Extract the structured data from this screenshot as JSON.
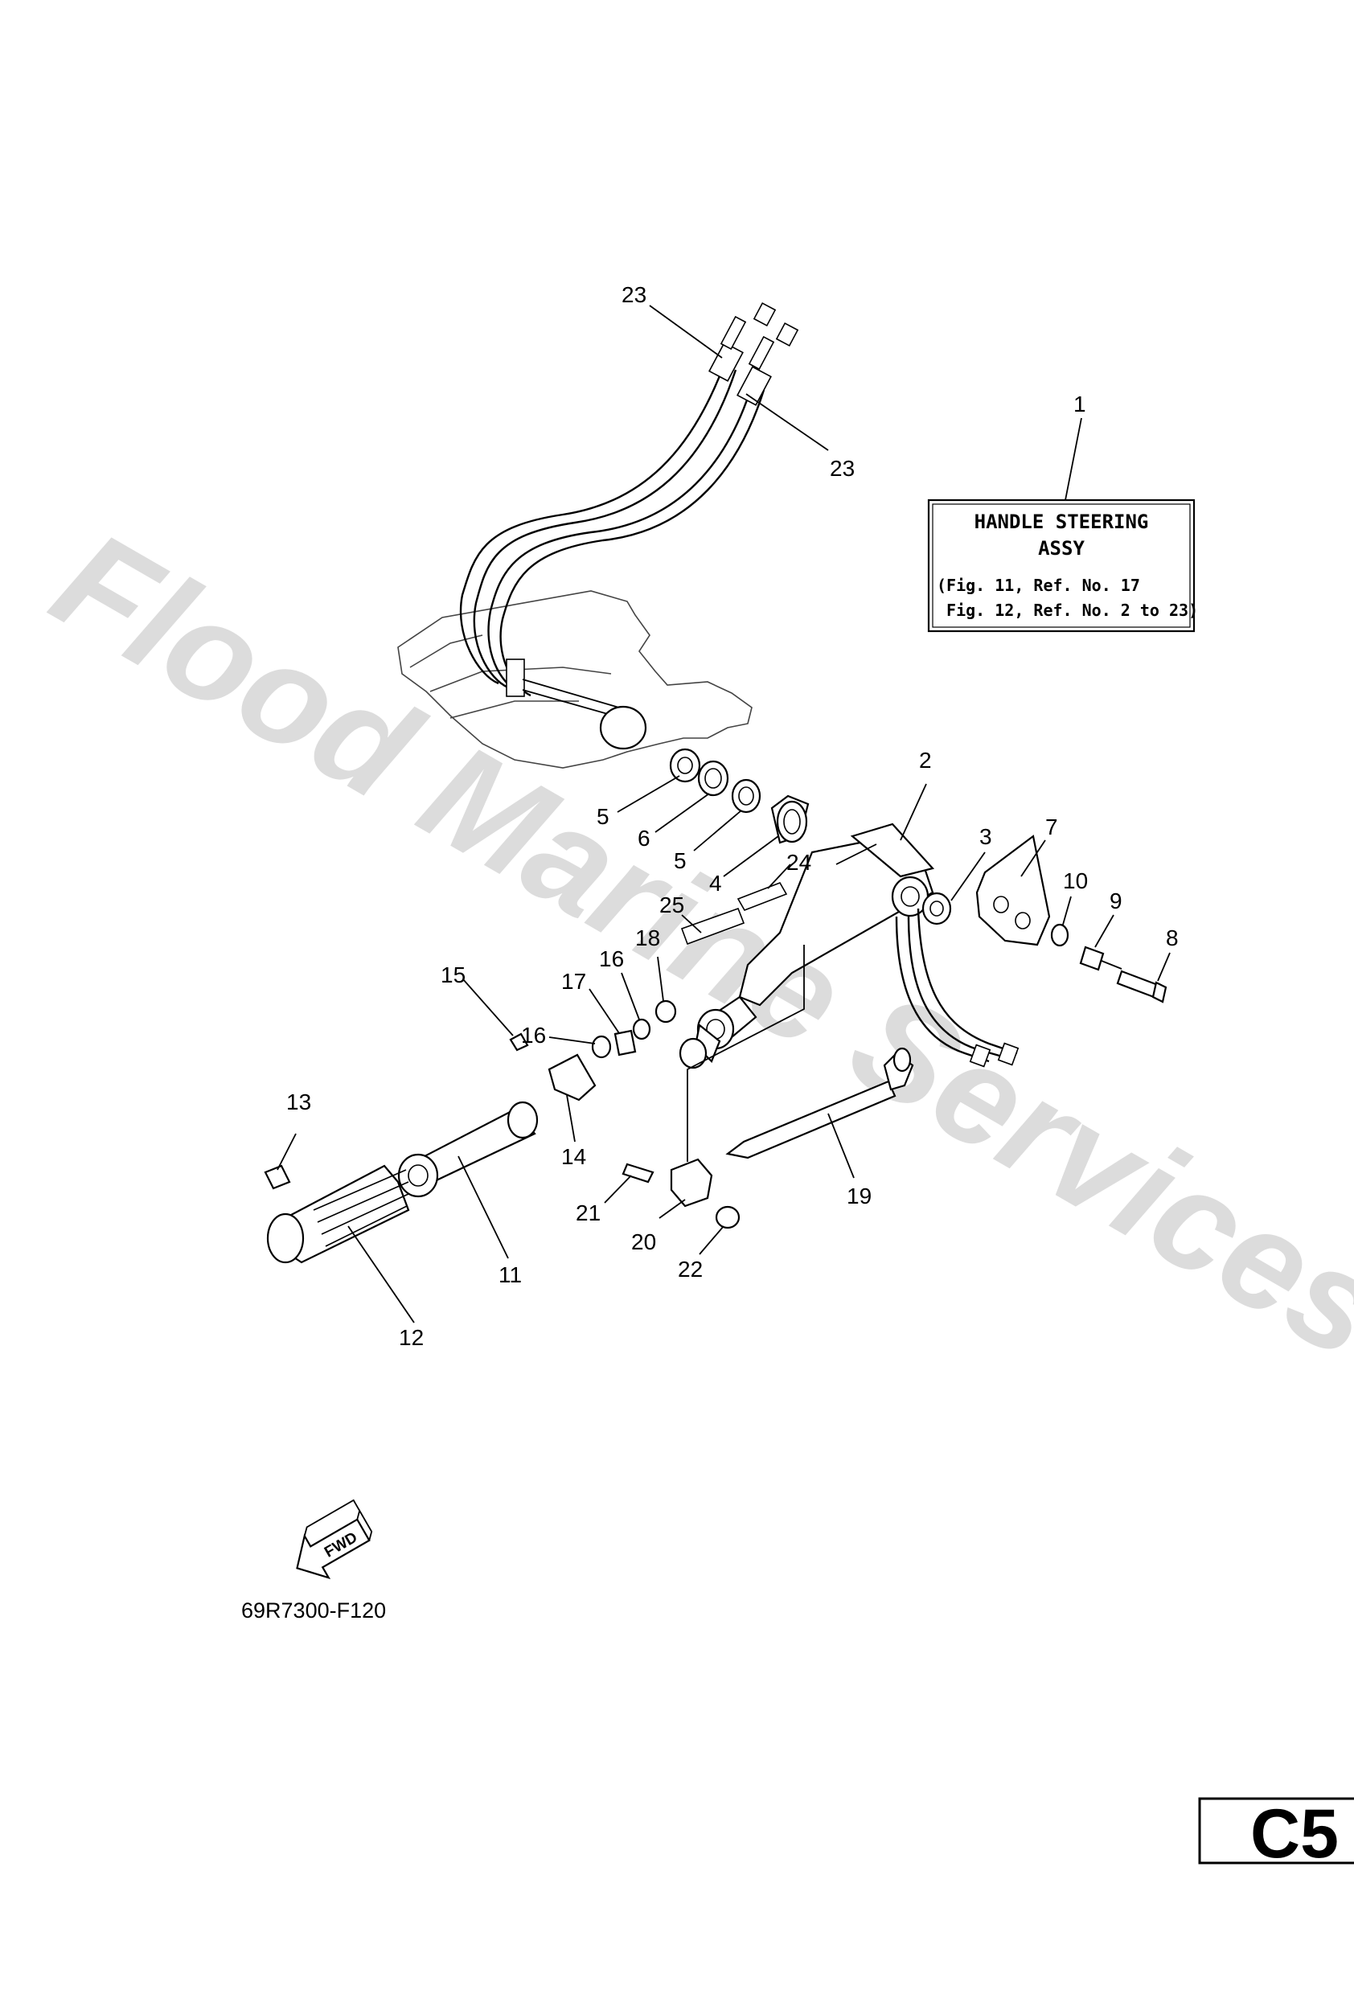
{
  "watermark": "Flood Marine Services",
  "assembly_box": {
    "title_line1": "HANDLE STEERING",
    "title_line2": "ASSY",
    "note_line1": "(Fig. 11, Ref. No. 17",
    "note_line2": " Fig. 12, Ref. No. 2 to 23)"
  },
  "callouts": [
    "23",
    "23",
    "1",
    "2",
    "3",
    "4",
    "5",
    "5",
    "6",
    "7",
    "8",
    "9",
    "10",
    "11",
    "12",
    "13",
    "14",
    "15",
    "16",
    "16",
    "17",
    "18",
    "19",
    "20",
    "21",
    "22",
    "24",
    "25"
  ],
  "direction_label": "FWD",
  "figure_code": "69R7300-F120",
  "page_tab": "C5"
}
